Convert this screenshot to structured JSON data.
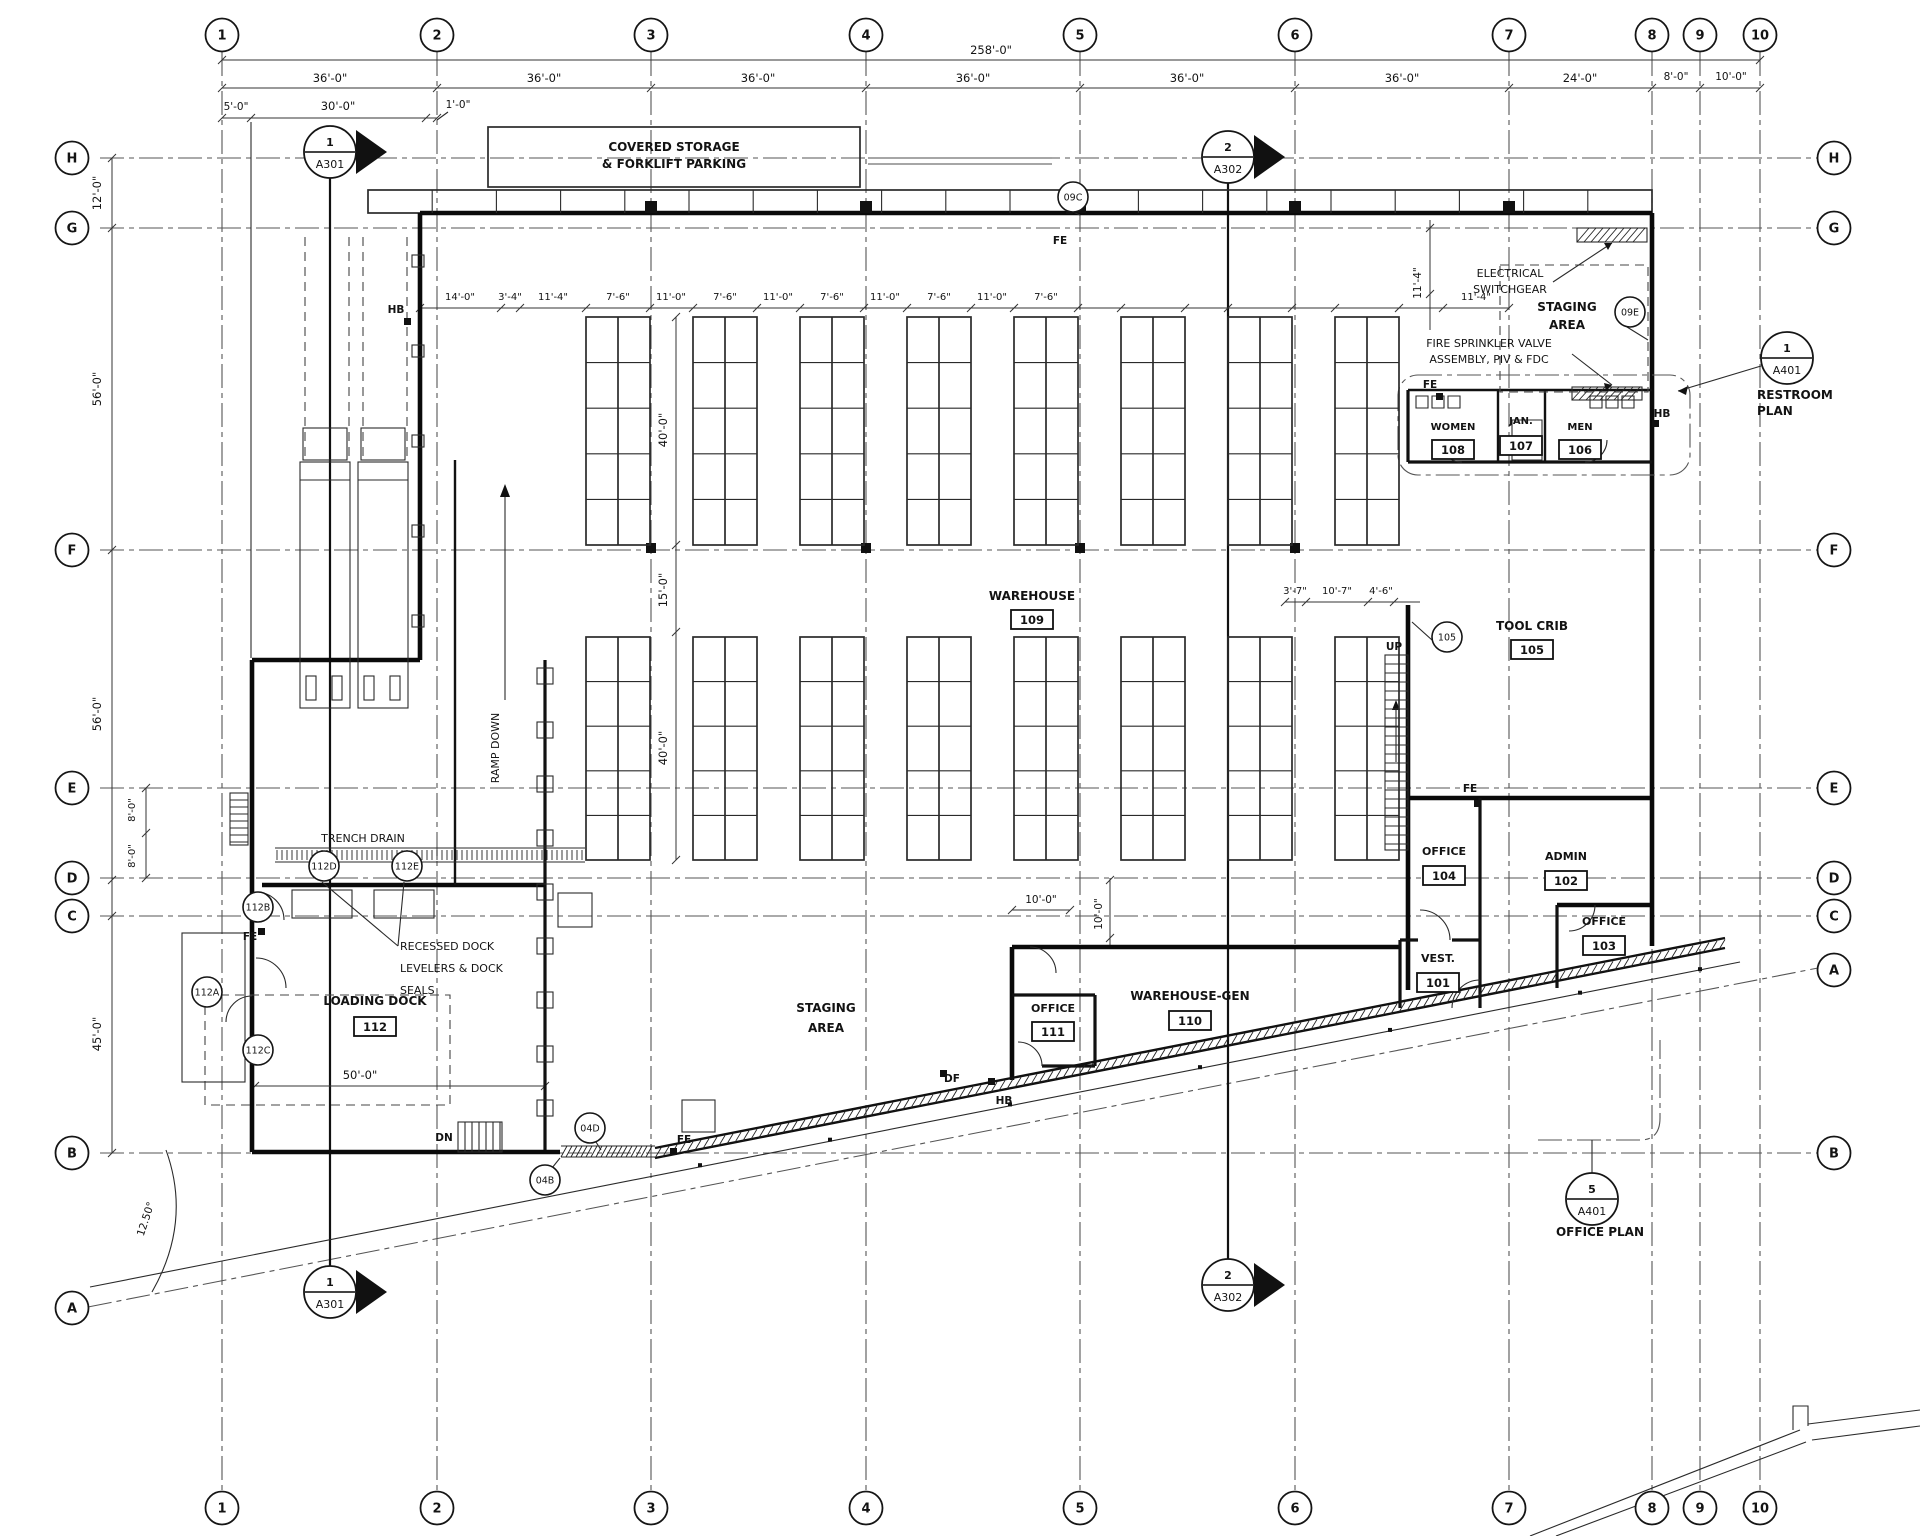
{
  "colors": {
    "paper": "#ffffff",
    "ink": "#141414"
  },
  "grid": {
    "cols": [
      "1",
      "2",
      "3",
      "4",
      "5",
      "6",
      "7",
      "8",
      "9",
      "10"
    ],
    "rows": [
      "H",
      "G",
      "F",
      "E",
      "D",
      "C",
      "B",
      "A"
    ]
  },
  "dims": {
    "overall": "258'-0\"",
    "bay36": "36'-0\"",
    "bay24": "24'-0\"",
    "bay8": "8'-0\"",
    "bay10": "10'-0\"",
    "d5": "5'-0\"",
    "d30": "30'-0\"",
    "d1": "1'-0\"",
    "d12": "12'-0\"",
    "d56": "56'-0\"",
    "d8": "8'-0\"",
    "d45": "45'-0\"",
    "d50": "50'-0\"",
    "d40": "40'-0\"",
    "d15": "15'-0\"",
    "d10": "10'-0\"",
    "d11_4": "11'-4\"",
    "tc1": "3'-7\"",
    "tc2": "10'-7\"",
    "tc3": "4'-6\"",
    "angle": "12.50°",
    "rack": [
      "14'-0\"",
      "3'-4\"",
      "11'-4\"",
      "7'-6\"",
      "11'-0\"",
      "7'-6\"",
      "11'-0\"",
      "7'-6\"",
      "11'-0\"",
      "7'-6\"",
      "11'-0\"",
      "7'-6\"",
      "11'-4\""
    ]
  },
  "rooms": [
    {
      "name": "WAREHOUSE",
      "number": "109"
    },
    {
      "name": "TOOL CRIB",
      "number": "105"
    },
    {
      "name": "WOMEN",
      "number": "108"
    },
    {
      "name": "JAN.",
      "number": "107"
    },
    {
      "name": "MEN",
      "number": "106"
    },
    {
      "name": "OFFICE",
      "number": "104"
    },
    {
      "name": "ADMIN",
      "number": "102"
    },
    {
      "name": "OFFICE",
      "number": "103"
    },
    {
      "name": "VEST.",
      "number": "101"
    },
    {
      "name": "WAREHOUSE-GEN",
      "number": "110"
    },
    {
      "name": "OFFICE",
      "number": "111"
    },
    {
      "name": "LOADING DOCK",
      "number": "112"
    }
  ],
  "areas": {
    "covered": [
      "COVERED STORAGE",
      "& FORKLIFT PARKING"
    ],
    "staging": [
      "STAGING",
      "AREA"
    ]
  },
  "ann": {
    "electrical": [
      "ELECTRICAL",
      "SWITCHGEAR"
    ],
    "fire": [
      "FIRE SPRINKLER VALVE",
      "ASSEMBLY, PIV & FDC"
    ],
    "trench": "TRENCH DRAIN",
    "recessed": [
      "RECESSED DOCK",
      "LEVELERS & DOCK",
      "SEALS"
    ],
    "ramp": "RAMP DOWN",
    "up": "UP",
    "dn": "DN",
    "fe": "FE",
    "hb": "HB",
    "df": "DF"
  },
  "tags": [
    "09C",
    "09E",
    "105",
    "04D",
    "04B",
    "112A",
    "112B",
    "112C",
    "112D",
    "112E"
  ],
  "callouts": [
    {
      "num": "1",
      "sheet": "A301"
    },
    {
      "num": "2",
      "sheet": "A302"
    },
    {
      "num": "1",
      "sheet": "A401",
      "label": [
        "RESTROOM",
        "PLAN"
      ]
    },
    {
      "num": "5",
      "sheet": "A401",
      "label": [
        "OFFICE PLAN"
      ]
    }
  ]
}
